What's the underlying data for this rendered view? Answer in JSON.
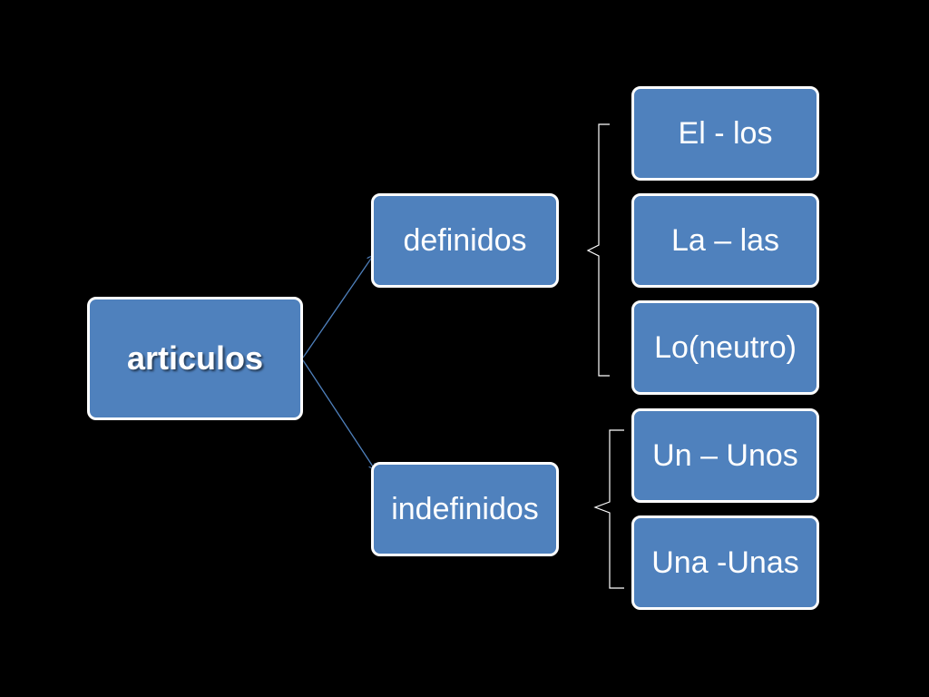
{
  "diagram": {
    "root": {
      "label": "articulos"
    },
    "branches": [
      {
        "label": "definidos",
        "children": [
          "El - los",
          "La – las",
          "Lo(neutro)"
        ]
      },
      {
        "label": "indefinidos",
        "children": [
          "Un – Unos",
          "Una -Unas"
        ]
      }
    ]
  },
  "colors": {
    "background": "#000000",
    "node_fill": "#4F81BD",
    "node_border": "#FFFFFF",
    "connector": "#4F81BD",
    "bracket": "#FFFFFF"
  }
}
